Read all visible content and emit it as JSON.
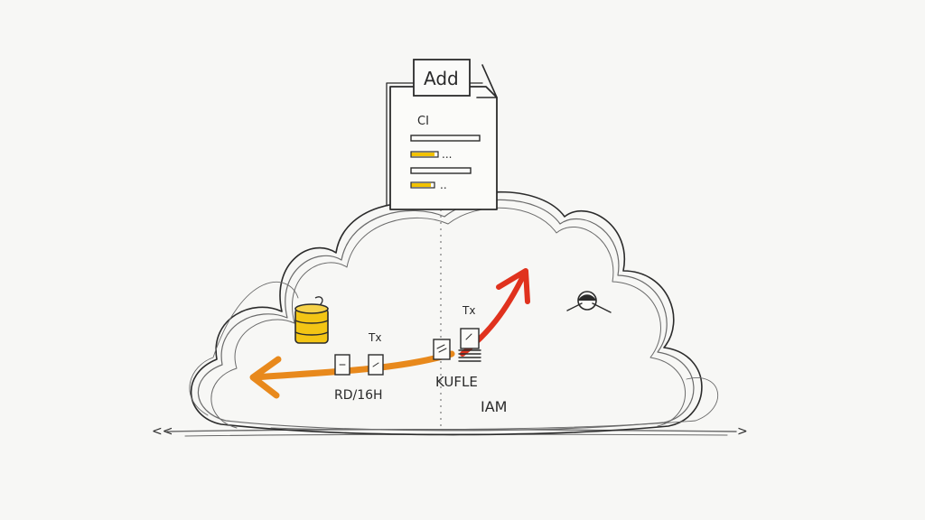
{
  "document": {
    "tab_label": "Add",
    "heading": "CI",
    "row_dots": [
      "...",
      ".."
    ]
  },
  "labels": {
    "tx_left": "Tx",
    "tx_right": "Tx",
    "left_group": "RD/16H",
    "right_group": "KUFLE",
    "iam": "IAM"
  },
  "edge_marks": {
    "left": "<<",
    "right": ">"
  },
  "colors": {
    "ink": "#2b2b2b",
    "orange": "#e8891c",
    "red": "#e0321e",
    "yellow": "#f2c200",
    "paper": "#f7f7f5"
  }
}
